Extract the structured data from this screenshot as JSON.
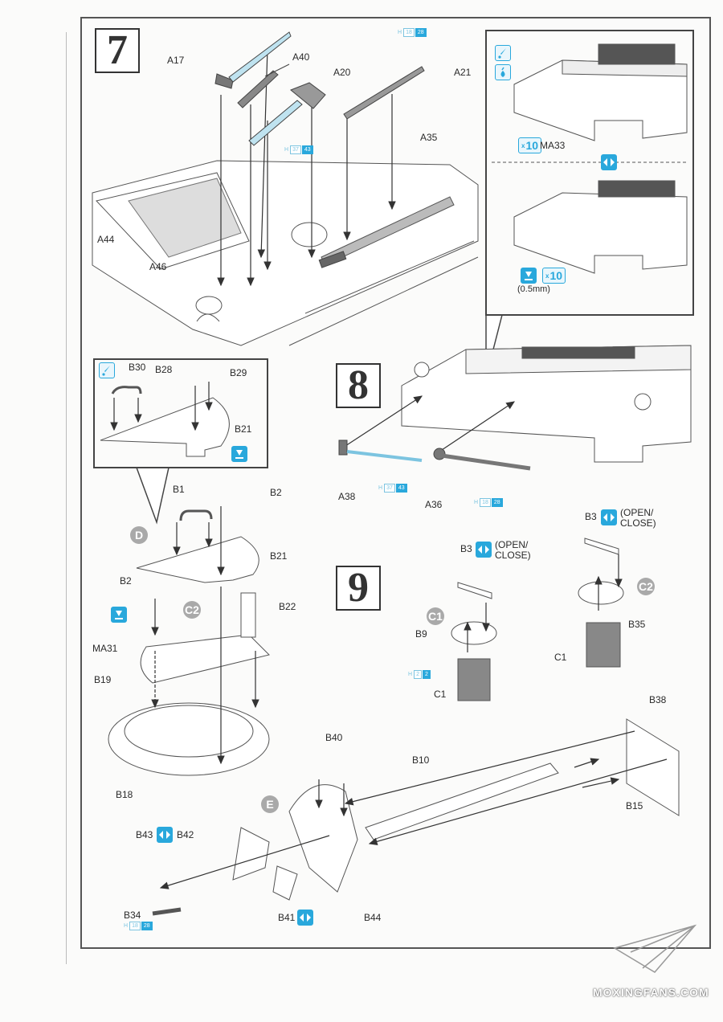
{
  "document": {
    "type": "model kit assembly instructions",
    "watermark": "MOXINGFANS.COM"
  },
  "colors": {
    "accent_blue": "#29a8dc",
    "light_blue": "#7cc4e0",
    "gray_circle": "#a9a9a9",
    "line": "#333333"
  },
  "steps": [
    {
      "number": "7",
      "labels": [
        "A17",
        "A40",
        "A20",
        "A21",
        "A35",
        "A44",
        "A46"
      ],
      "paint_codes": [
        {
          "prefix": "H",
          "a": "18",
          "b": "28",
          "near": "A21"
        },
        {
          "prefix": "H",
          "a": "37",
          "b": "43",
          "near": "A20"
        }
      ],
      "inset": {
        "icons": [
          "glue-icon",
          "cement-drop-icon",
          "alternative-option-icon"
        ],
        "top": {
          "count": "x10",
          "part": "MA33"
        },
        "bottom": {
          "count": "x10",
          "drill_note": "(0.5mm)"
        }
      }
    },
    {
      "number": "8",
      "labels": [
        "A38",
        "A36"
      ],
      "paint_codes": [
        {
          "prefix": "H",
          "a": "37",
          "b": "43",
          "near": "A38"
        },
        {
          "prefix": "H",
          "a": "18",
          "b": "28",
          "near": "A36"
        }
      ]
    },
    {
      "number": "9",
      "subassemblies": [
        {
          "marker": "C1",
          "labels": [
            "B3",
            "B9",
            "C1"
          ],
          "option_text": "(OPEN/\nCLOSE)",
          "paint_code": {
            "prefix": "H",
            "a": "2",
            "b": "2"
          }
        },
        {
          "marker": "C2",
          "labels": [
            "B3",
            "B35",
            "C1"
          ],
          "option_text": "(OPEN/\nCLOSE)"
        }
      ]
    }
  ],
  "subassembly_D": {
    "marker": "D",
    "inset_labels": [
      "B30",
      "B28",
      "B29",
      "B21"
    ],
    "labels": [
      "B1",
      "B2",
      "B21",
      "B2",
      "B22",
      "MA31",
      "B19",
      "B18"
    ],
    "marker_c2": "C2"
  },
  "subassembly_E": {
    "marker": "E",
    "labels": [
      "B40",
      "B10",
      "B38",
      "B15",
      "B43",
      "B42",
      "B41",
      "B44",
      "B34"
    ],
    "paint_code": {
      "prefix": "H",
      "a": "18",
      "b": "28"
    }
  }
}
